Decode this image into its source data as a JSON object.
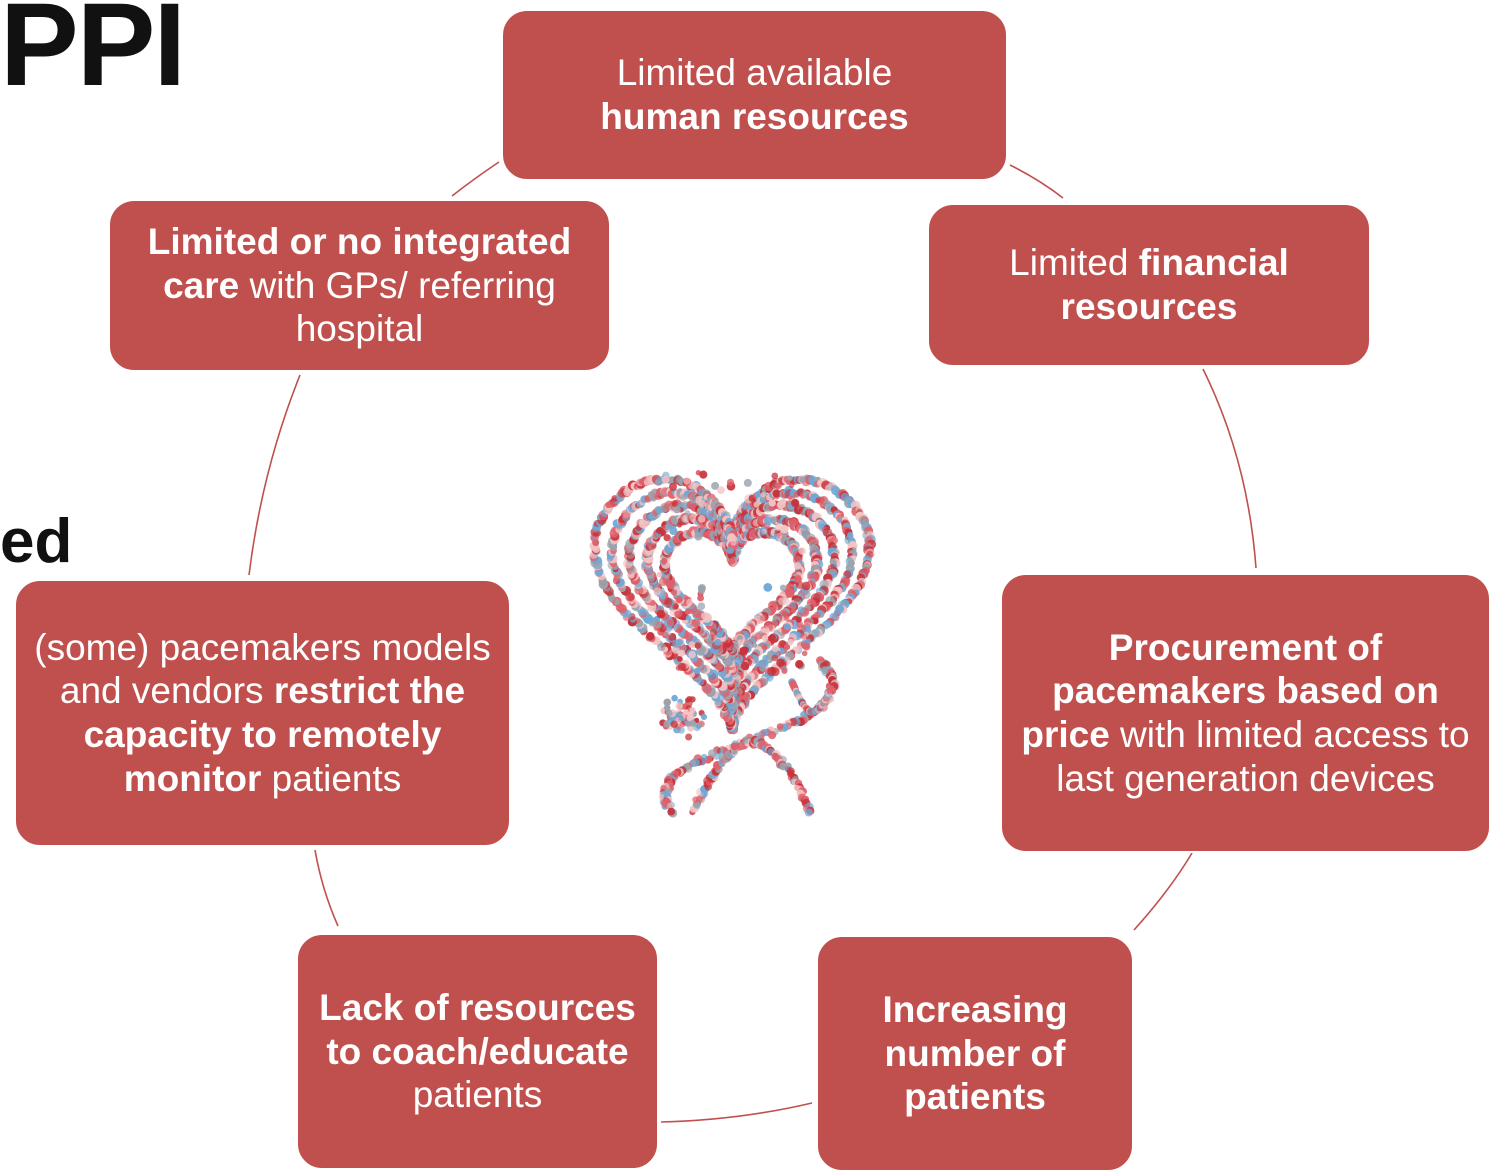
{
  "title": {
    "fragment_top": "PPI",
    "fragment_mid": "ed"
  },
  "center_image": {
    "icon": "heart-stethoscope-icon",
    "palette": [
      "#c8323a",
      "#e0606a",
      "#6fa8d6",
      "#9aa3ad",
      "#f2c4c4"
    ]
  },
  "colors": {
    "box_fill": "#c0504d",
    "box_text": "#ffffff",
    "connector": "#c0504d"
  },
  "cycle_items": [
    {
      "parts": [
        {
          "text": "Limited available",
          "bold": false,
          "br": true
        },
        {
          "text": "human resources",
          "bold": true,
          "br": false
        }
      ]
    },
    {
      "parts": [
        {
          "text": "Limited ",
          "bold": false,
          "br": false
        },
        {
          "text": "financial resources",
          "bold": true,
          "br": false
        }
      ]
    },
    {
      "parts": [
        {
          "text": "Procurement of pacemakers based on price",
          "bold": true,
          "br": false
        },
        {
          "text": " with limited access to last generation devices",
          "bold": false,
          "br": false
        }
      ]
    },
    {
      "parts": [
        {
          "text": "Increasing number of patients",
          "bold": true,
          "br": false
        }
      ]
    },
    {
      "parts": [
        {
          "text": "Lack of resources to coach/educate",
          "bold": true,
          "br": false
        },
        {
          "text": " patients",
          "bold": false,
          "br": false
        }
      ]
    },
    {
      "parts": [
        {
          "text": "(some) pacemakers models and vendors ",
          "bold": false,
          "br": false
        },
        {
          "text": "restrict the capacity to remotely monitor",
          "bold": true,
          "br": false
        },
        {
          "text": " patients",
          "bold": false,
          "br": false
        }
      ]
    },
    {
      "parts": [
        {
          "text": "Limited or no integrated care",
          "bold": true,
          "br": false
        },
        {
          "text": " with GPs/ referring hospital",
          "bold": false,
          "br": false
        }
      ]
    }
  ]
}
